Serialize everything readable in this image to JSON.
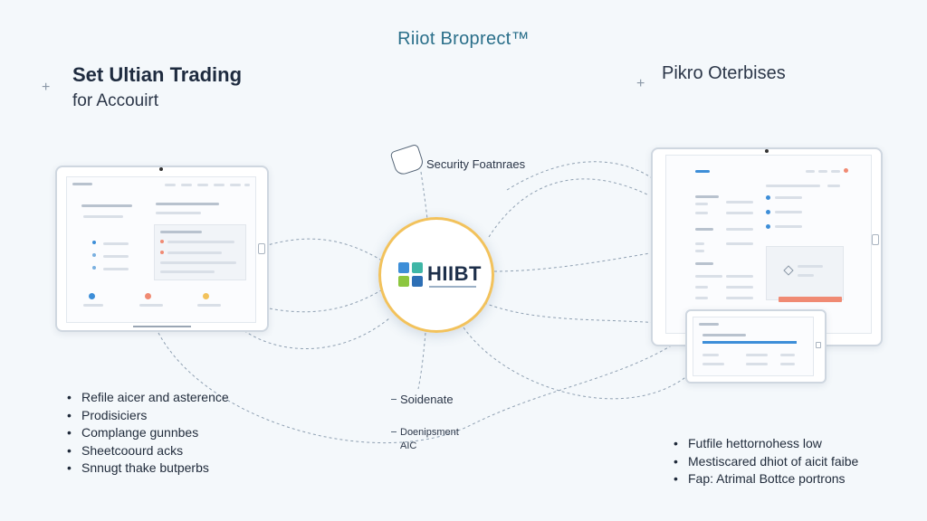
{
  "title": "Riiot Broprect™",
  "left_heading": {
    "line1": "Set Ultian Trading",
    "line2": "for Accouirt"
  },
  "right_heading": "Pikro Oterbises",
  "hub": {
    "name": "HIIBT"
  },
  "security_label": "Security Foatnraes",
  "center_labels": {
    "item1": "Soidenate",
    "item2": "Doenipsment",
    "item3": "AIC"
  },
  "left_bullets": [
    "Refile aicer and asterence",
    "Prodisiciers",
    "Complange gunnbes",
    "Sheetcoourd acks",
    "Snnugt thake butperbs"
  ],
  "right_bullets": [
    "Futfile hettornohess low",
    "Mestiscared dhiot of aicit faibe",
    "Fap: Atrimal Bottce portrons"
  ],
  "colors": {
    "accent_title": "#2a6f8a",
    "hub_ring": "#f2c25c",
    "alert_button": "#f08a73",
    "blue_accent": "#3d8ed8"
  }
}
